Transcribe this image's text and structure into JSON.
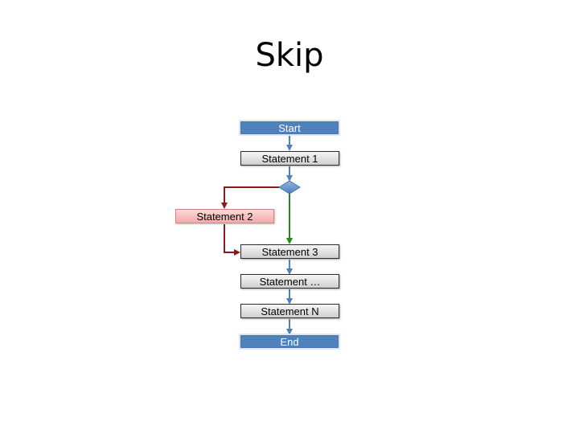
{
  "title": "Skip",
  "nodes": {
    "start": "Start",
    "statement_1": "Statement 1",
    "statement_2": "Statement 2",
    "statement_3": "Statement 3",
    "statement_ellipsis": "Statement …",
    "statement_n": "Statement N",
    "end": "End"
  },
  "colors": {
    "terminal": "#4f81bd",
    "flow_arrow": "#4f81bd",
    "skip_path": "#228b22",
    "branch_path": "#8b1a1a",
    "skipped_statement_fill": "#f8c4c4"
  }
}
